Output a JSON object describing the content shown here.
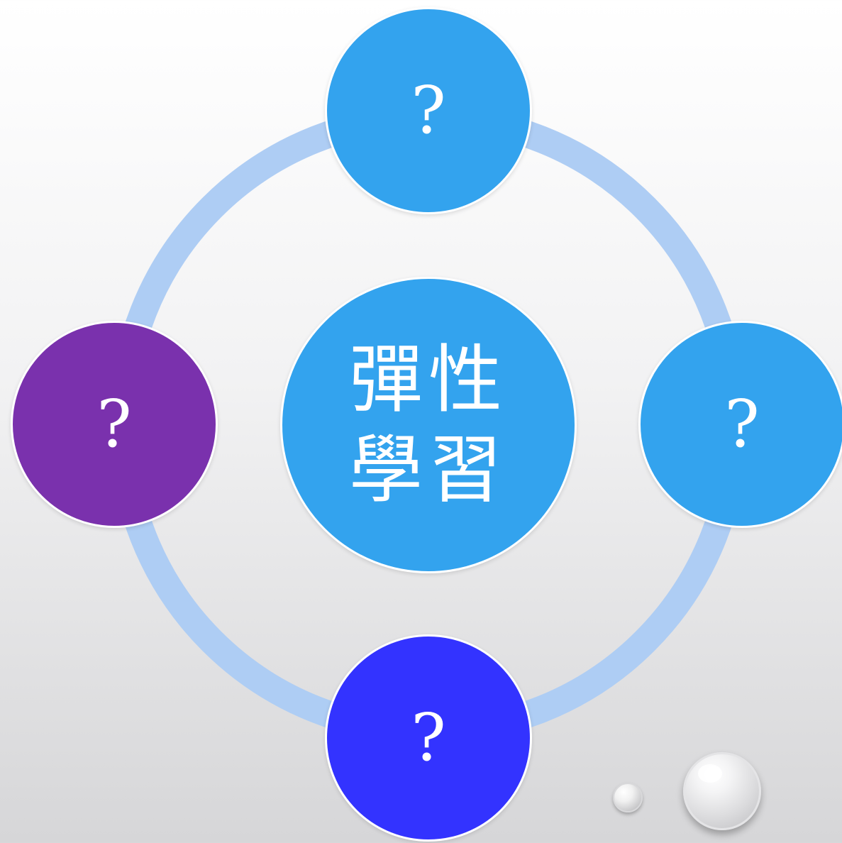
{
  "diagram": {
    "center": {
      "line1": "彈性",
      "line2": "學習",
      "color": "#33a3ee"
    },
    "nodes": [
      {
        "position": "top",
        "label": "?",
        "color": "#33a3ee"
      },
      {
        "position": "right",
        "label": "?",
        "color": "#33a3ee"
      },
      {
        "position": "bottom",
        "label": "?",
        "color": "#3333ff"
      },
      {
        "position": "left",
        "label": "?",
        "color": "#7a31ad"
      }
    ],
    "ring_color": "#aecdf4",
    "background_top": "#ffffff",
    "background_bottom": "#d6d6d8"
  },
  "decorations": {
    "bubbles": [
      "small-bubble",
      "large-bubble"
    ]
  }
}
